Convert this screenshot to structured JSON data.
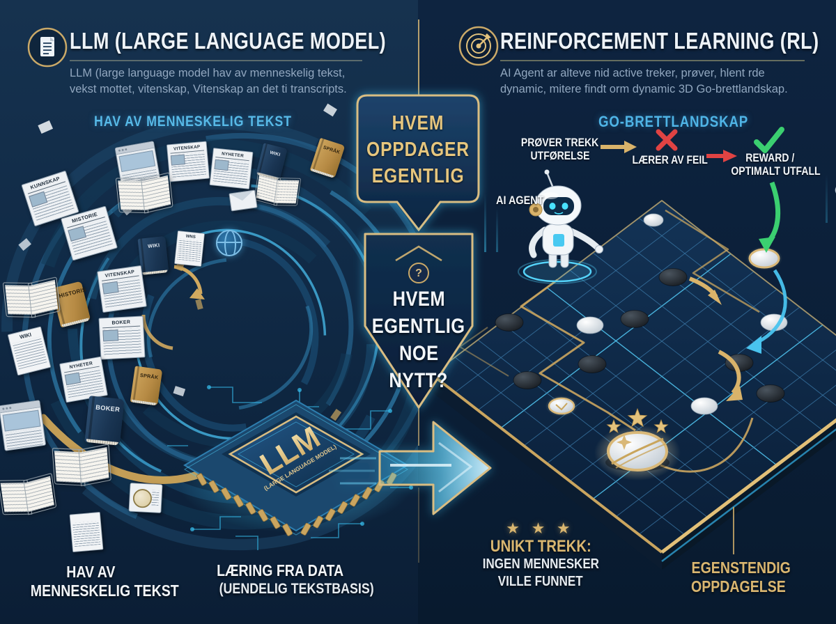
{
  "colors": {
    "gold": "#d6b26e",
    "light_blue": "#55b8e6",
    "white": "#f1f5f9",
    "red": "#e04343",
    "green": "#3bcf70",
    "cyan": "#3fc6f2",
    "navy": "#0c2137"
  },
  "left": {
    "title": "LLM (LARGE LANGUAGE MODEL)",
    "subtitle_line1": "LLM (large language model hav av menneskelig tekst,",
    "subtitle_line2": "vekst mottet, vitenskap, Vitenskap an det ti transcripts.",
    "swirl_title": "HAV AV MENNESKELIG TEKST",
    "documents": [
      {
        "type": "newspaper",
        "label": "KUNNSKAP"
      },
      {
        "type": "browser",
        "label": ""
      },
      {
        "type": "newspaper",
        "label": "VITENSKAP"
      },
      {
        "type": "newspaper",
        "label": "NYHETER"
      },
      {
        "type": "book-dark",
        "label": "WIKI"
      },
      {
        "type": "book-gold",
        "label": "SPRÅK"
      },
      {
        "type": "open-book",
        "label": ""
      },
      {
        "type": "open-book",
        "label": ""
      },
      {
        "type": "newspaper",
        "label": "MISTORIE"
      },
      {
        "type": "book-dark",
        "label": "WIKI"
      },
      {
        "type": "paper",
        "label": "WNS"
      },
      {
        "type": "newspaper",
        "label": "VITENSKAP"
      },
      {
        "type": "book-gold",
        "label": "HISTORIS"
      },
      {
        "type": "open-book",
        "label": ""
      },
      {
        "type": "paper",
        "label": "WIKI"
      },
      {
        "type": "newspaper",
        "label": "BOKER"
      },
      {
        "type": "newspaper",
        "label": "NYHETER"
      },
      {
        "type": "book-gold",
        "label": "SPRÅK"
      },
      {
        "type": "browser",
        "label": ""
      },
      {
        "type": "book-dark",
        "label": "BOKER"
      },
      {
        "type": "open-book",
        "label": ""
      },
      {
        "type": "open-book",
        "label": ""
      },
      {
        "type": "globe-doc",
        "label": ""
      },
      {
        "type": "paper",
        "label": ""
      },
      {
        "type": "globe-icon",
        "label": ""
      },
      {
        "type": "envelope",
        "label": ""
      }
    ],
    "chip": {
      "label": "LLM",
      "sublabel": "(LARGE LANGUAGE MODEL)"
    },
    "caption_left_line1": "HAV AV",
    "caption_left_line2": "MENNESKELIG TEKST",
    "caption_right_line1": "LÆRING FRA DATA",
    "caption_right_line2": "(UENDELIG TEKSTBASIS)"
  },
  "center": {
    "badge_top_lines": [
      "HVEM",
      "OPPDAGER",
      "EGENTLIG"
    ],
    "question_mark": "?",
    "badge_bottom_lines": [
      "HVEM",
      "EGENTLIG",
      "NOE",
      "NYTT?"
    ]
  },
  "right": {
    "title": "REINFORCEMENT LEARNING (RL)",
    "subtitle_line1": "AI Agent ar alteve nid active treker, prøver, hlent rde",
    "subtitle_line2": "dynamic, mitere findt orm dynamic 3D Go-brettlandskap.",
    "board_title": "GO-BRETTLANDSKAP",
    "flow_step1_line1": "PRØVER TREKK",
    "flow_step1_line2": "UTFØRELSE",
    "flow_step2": "LÆRER AV FEIL",
    "flow_step3_line1": "REWARD /",
    "flow_step3_line2": "OPTIMALT UTFALL",
    "agent_label": "AI AGENT",
    "stars": "★ ★ ★",
    "caption_unique_title": "UNIKT TREKK:",
    "caption_unique_line1": "INGEN MENNESKER",
    "caption_unique_line2": "VILLE FUNNET",
    "caption_discovery_line1": "EGENSTENDIG",
    "caption_discovery_line2": "OPPDAGELSE"
  }
}
